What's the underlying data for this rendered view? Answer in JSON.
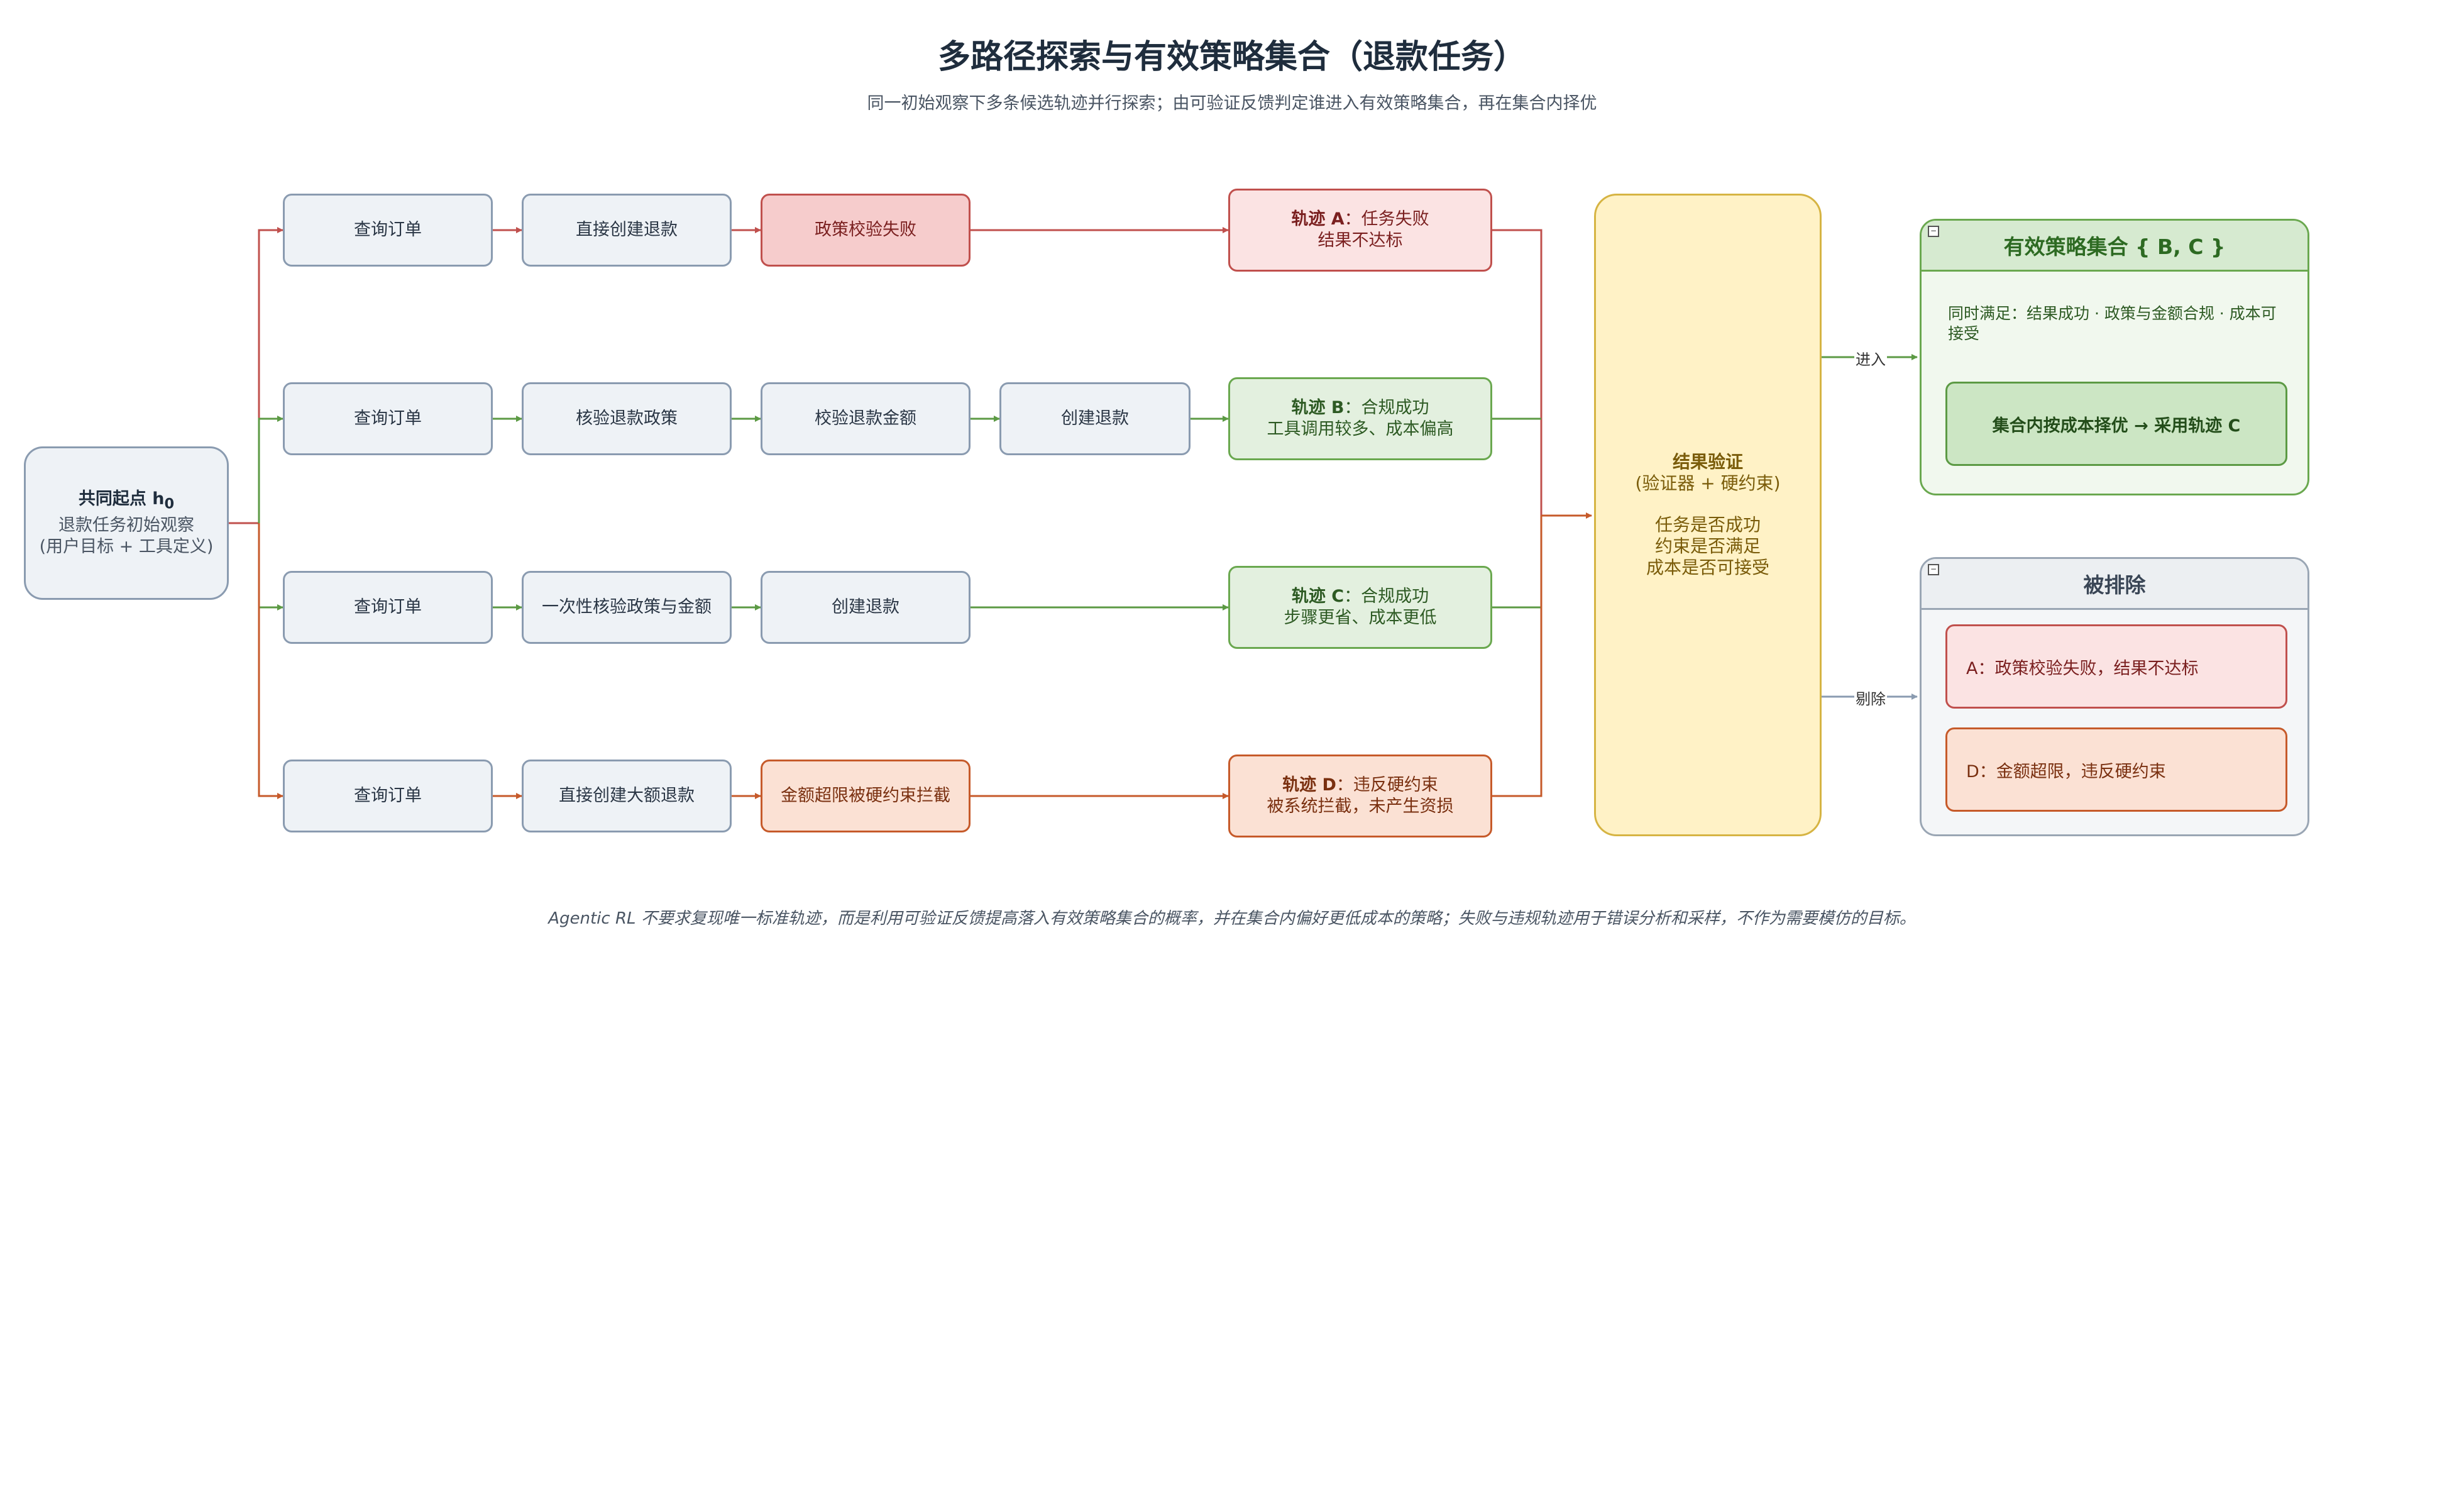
{
  "title": "多路径探索与有效策略集合（退款任务）",
  "subtitle": "同一初始观察下多条候选轨迹并行探索；由可验证反馈判定谁进入有效策略集合，再在集合内择优",
  "start": {
    "title": "共同起点 h",
    "subscript": "0",
    "line2": "退款任务初始观察",
    "line3": "(用户目标 + 工具定义)"
  },
  "rows": [
    {
      "steps": [
        "查询订单",
        "直接创建退款",
        "政策校验失败"
      ],
      "result": {
        "name": "轨迹 A",
        "status": "：任务失败",
        "detail": "结果不达标"
      }
    },
    {
      "steps": [
        "查询订单",
        "核验退款政策",
        "校验退款金额",
        "创建退款"
      ],
      "result": {
        "name": "轨迹 B",
        "status": "：合规成功",
        "detail": "工具调用较多、成本偏高"
      }
    },
    {
      "steps": [
        "查询订单",
        "一次性核验政策与金额",
        "创建退款"
      ],
      "result": {
        "name": "轨迹 C",
        "status": "：合规成功",
        "detail": "步骤更省、成本更低"
      }
    },
    {
      "steps": [
        "查询订单",
        "直接创建大额退款",
        "金额超限被硬约束拦截"
      ],
      "result": {
        "name": "轨迹 D",
        "status": "：违反硬约束",
        "detail": "被系统拦截，未产生资损"
      }
    }
  ],
  "verify": {
    "title": "结果验证",
    "subtitle": "(验证器 + 硬约束)",
    "check1": "任务是否成功",
    "check2": "约束是否满足",
    "check3": "成本是否可接受"
  },
  "edges": {
    "enter": "进入",
    "remove": "剔除"
  },
  "valid_set": {
    "title": "有效策略集合 { B, C }",
    "desc": "同时满足：结果成功 · 政策与金额合规 · 成本可接受",
    "choice": "集合内按成本择优 → 采用轨迹 C"
  },
  "excluded": {
    "title": "被排除",
    "a": "A：政策校验失败，结果不达标",
    "d": "D：金额超限，违反硬约束"
  },
  "caption": "Agentic RL 不要求复现唯一标准轨迹，而是利用可验证反馈提高落入有效策略集合的概率，并在集合内偏好更低成本的策略；失败与违规轨迹用于错误分析和采样，不作为需要模仿的目标。",
  "colors": {
    "red": "#c0504d",
    "green": "#6aa84f",
    "orange": "#c65a2a",
    "gray": "#8a9bb0",
    "gold": "#d6b443"
  }
}
